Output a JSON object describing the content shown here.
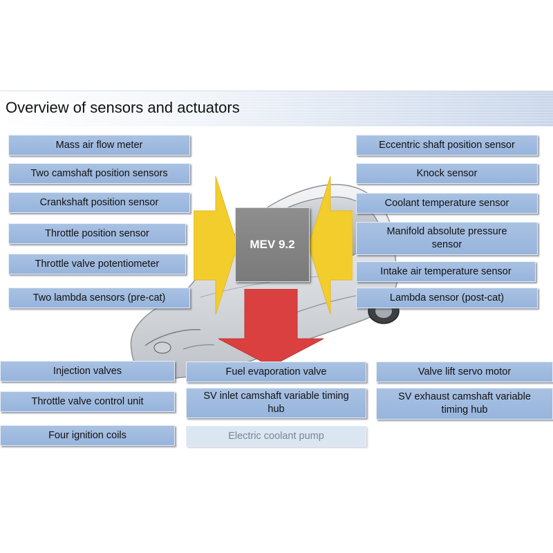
{
  "title": "Overview of sensors and actuators",
  "ecu_label": "MEV 9.2",
  "inputs_left": [
    "Mass air flow meter",
    "Two camshaft position sensors",
    "Crankshaft position sensor",
    "Throttle position sensor",
    "Throttle valve potentiometer",
    "Two lambda sensors (pre-cat)"
  ],
  "inputs_right": [
    "Eccentric shaft position sensor",
    "Knock sensor",
    "Coolant temperature sensor",
    "Manifold absolute pressure sensor",
    "Intake air temperature sensor",
    "Lambda sensor (post-cat)"
  ],
  "outputs_left": [
    "Injection valves",
    "Throttle valve control unit",
    "Four ignition coils"
  ],
  "outputs_middle": [
    "Fuel evaporation valve",
    "SV inlet camshaft variable timing hub",
    "Electric coolant pump"
  ],
  "outputs_right": [
    "Valve lift servo motor",
    "SV exhaust camshaft variable timing hub"
  ],
  "colors": {
    "box_fill": "#a3bde0",
    "box_faded": "#dbe6f3",
    "arrow_yellow": "#f2cd2c",
    "arrow_red": "#d9403f",
    "ecu_fill": "#858585"
  },
  "icons": {
    "car": "car-illustration",
    "arrow_in_left": "yellow-arrow-right",
    "arrow_in_right": "yellow-arrow-left",
    "arrow_out": "red-arrow-down"
  }
}
